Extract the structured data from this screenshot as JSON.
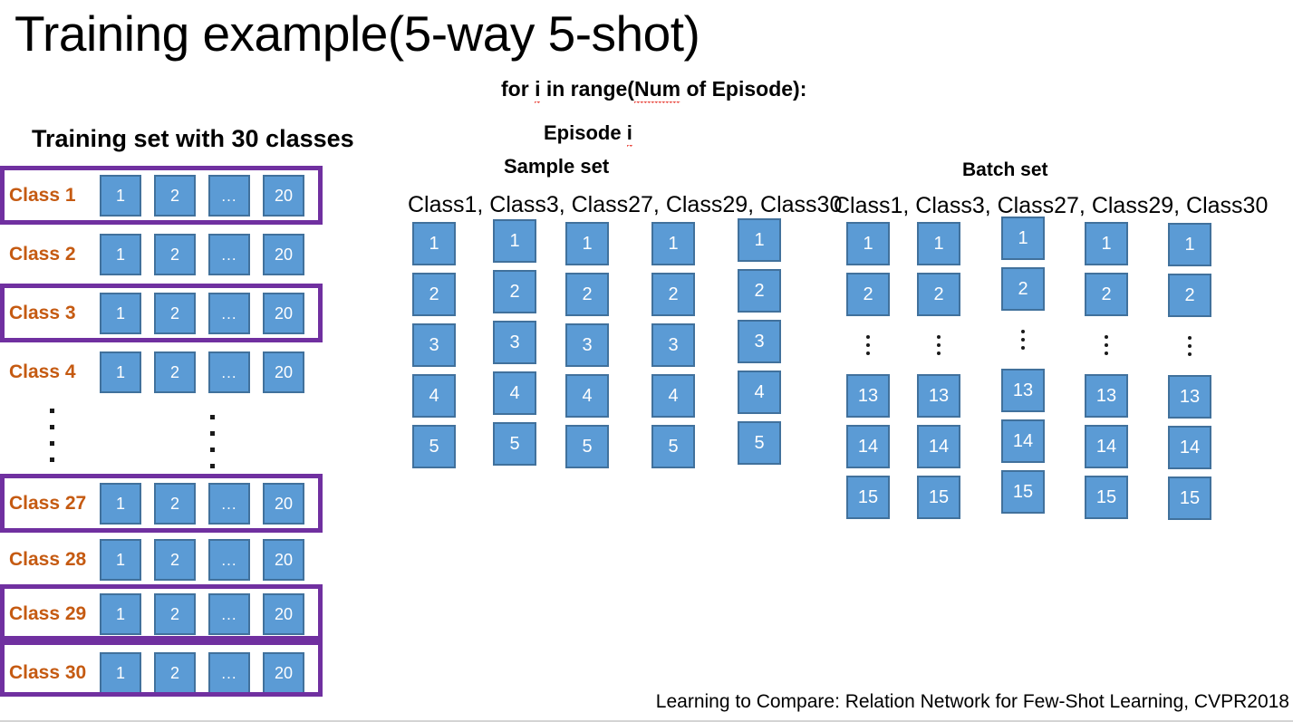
{
  "slide": {
    "title": "Training example(5-way 5-shot)",
    "loop_header": {
      "prefix": "for ",
      "var1": "i",
      "mid": " in range(",
      "var2": "Num",
      "suffix": " of Episode):"
    },
    "episode_label": {
      "text": "Episode ",
      "var": "i"
    }
  },
  "training_set": {
    "heading": "Training set with 30 classes",
    "tile_labels": [
      "1",
      "2",
      "...",
      "20"
    ],
    "rows": [
      {
        "label": "Class 1",
        "highlighted": true
      },
      {
        "label": "Class 2",
        "highlighted": false
      },
      {
        "label": "Class 3",
        "highlighted": true
      },
      {
        "label": "Class 4",
        "highlighted": false
      },
      {
        "label": "Class 27",
        "highlighted": true
      },
      {
        "label": "Class 28",
        "highlighted": false
      },
      {
        "label": "Class 29",
        "highlighted": true
      },
      {
        "label": "Class 30",
        "highlighted": true
      }
    ],
    "ellipsis_dots": 4
  },
  "sample_set": {
    "heading": "Sample set",
    "classes": "Class1, Class3, Class27, Class29, Class30",
    "column_values": [
      "1",
      "2",
      "3",
      "4",
      "5"
    ],
    "num_columns": 5
  },
  "batch_set": {
    "heading": "Batch set",
    "classes": "Class1, Class3, Class27, Class29, Class30",
    "column_values": [
      "1",
      "2",
      "⋮",
      "13",
      "14",
      "15"
    ],
    "num_columns": 5
  },
  "footer": {
    "citation": "Learning to Compare: Relation Network for Few-Shot Learning, CVPR2018"
  },
  "colors": {
    "tile_fill": "#5B9BD5",
    "tile_border": "#41719C",
    "highlight_border": "#7030A0",
    "class_label": "#C55A11",
    "text": "#000000",
    "background": "#FFFFFF"
  }
}
